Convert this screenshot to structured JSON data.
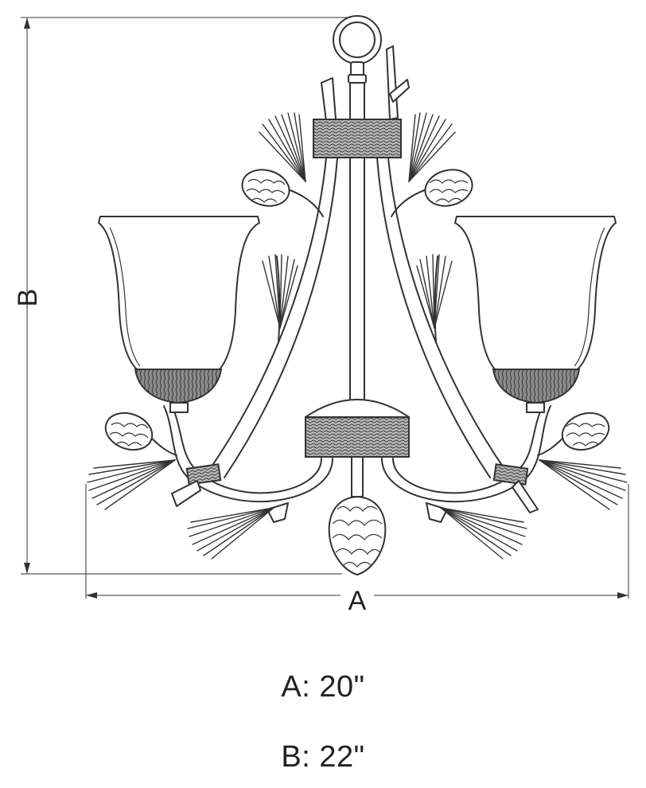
{
  "dimensions": {
    "a_label": "A",
    "b_label": "B"
  },
  "legend": {
    "a_text": "A: 20\"",
    "b_text": "B: 22\""
  }
}
